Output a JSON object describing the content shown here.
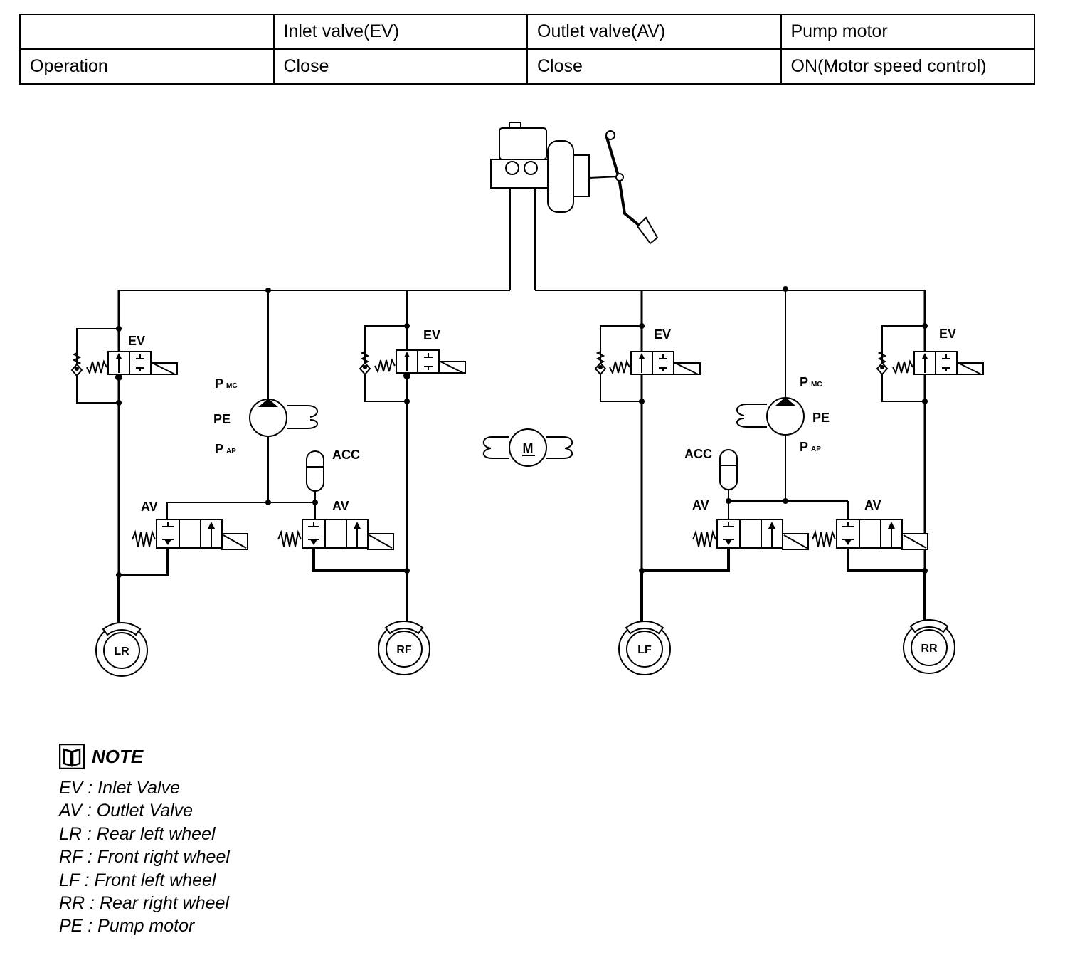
{
  "table": {
    "header": [
      "",
      "Inlet valve(EV)",
      "Outlet valve(AV)",
      "Pump motor"
    ],
    "row": [
      "Operation",
      "Close",
      "Close",
      "ON(Motor speed control)"
    ]
  },
  "diagram": {
    "ev": "EV",
    "av": "AV",
    "acc": "ACC",
    "pe": "PE",
    "p": "P",
    "mc": "MC",
    "ap": "AP",
    "motor": "M",
    "wheels": {
      "lr": "LR",
      "rf": "RF",
      "lf": "LF",
      "rr": "RR"
    }
  },
  "note": {
    "title": "NOTE",
    "lines": [
      "EV : Inlet Valve",
      "AV : Outlet Valve",
      "LR : Rear left wheel",
      "RF : Front right wheel",
      "LF : Front left wheel",
      "RR : Rear right wheel",
      "PE : Pump motor"
    ]
  }
}
